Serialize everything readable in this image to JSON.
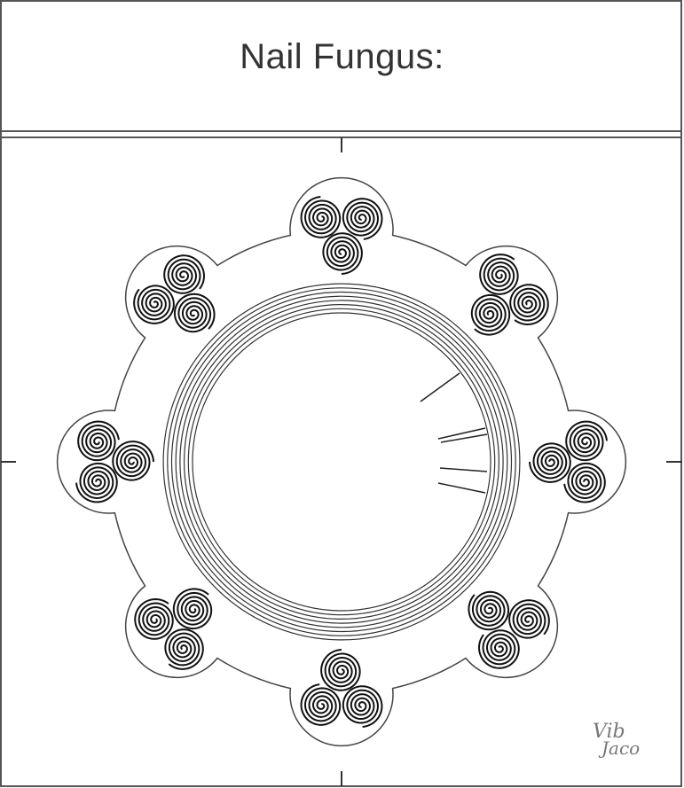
{
  "header": {
    "title": "Nail Fungus:"
  },
  "signature": {
    "line1": "Vib",
    "line2": "Jaco"
  },
  "colors": {
    "ink": "#1a1a1a",
    "frame": "#555555",
    "background": "#ffffff"
  }
}
